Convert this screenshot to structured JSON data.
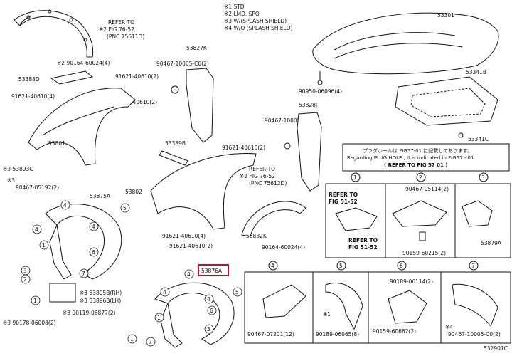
{
  "legend": [
    "※1 STD",
    "※2 LMD, SPO",
    "※3 W/(SPLASH SHIELD)",
    "※4 W/O (SPLASH SHIELD)"
  ],
  "refers": {
    "top_left": [
      "REFER TO",
      "※2 FIG 76-52",
      "(PNC 75611D)"
    ],
    "center": [
      "REFER TO",
      "※2 FIG 76-52",
      "(PNC 75612D)"
    ],
    "box1_a": [
      "REFER TO",
      "FIG 51-52"
    ],
    "box1_b": [
      "REFER TO",
      "FIG 51-52"
    ]
  },
  "notice": [
    "プラグホールは FIG57-01 に記載してあります。",
    "Regarding PLUG HOLE , it is indicated in FIG57 - 01",
    "( REFER TO FIG 57 01 )"
  ],
  "parts": {
    "p53301": "53301",
    "p53341B": "53341B",
    "p53341C": "53341C",
    "p90950": "90950-06096(4)",
    "p53827K": "53827K",
    "p53828J_a": "90467-10005-C0(2)",
    "p53828J_b": "90467-10005-C0(2)",
    "p53828J": "53828J",
    "p53388D": "53388D",
    "p90164a": "※2 90164-60024(4)",
    "p91621a": "91621-40610(2)",
    "p91621b": "91621-40610(4)",
    "p91621c": "91621-40610(2)",
    "p53801": "53801",
    "p53389B": "53389B",
    "p91621d": "91621-40610(2)",
    "p53802": "53802",
    "p91621e": "91621-40610(4)",
    "p91621f": "91621-40610(2)",
    "p53882K": "53882K",
    "p90164b": "90164-60024(4)",
    "p53893C": "※3 53893C",
    "p90467a_star": "※3",
    "p90467a": "90467-05192(2)",
    "p53875A": "53875A",
    "p53895B": "※3 53895B(RH)",
    "p53896B": "※3 53896B(LH)",
    "p90119": "※3 90119-06877(2)",
    "p90178": "※3 90178-06008(2)",
    "p53876A": "53876A",
    "box2_a": "90467-05114(2)",
    "box2_b": "90159-60215(2)",
    "p53879A": "53879A",
    "box4_a": "90467-07201(12)",
    "box5_star": "※1",
    "box5_a": "90189-06065(8)",
    "box6_a": "90189-06114(2)",
    "box6_b": "90159-60682(2)",
    "box7_star": "※4",
    "box7_a": "90467-10005-C0(2)",
    "footer_code": "532907C"
  },
  "nums": [
    "1",
    "2",
    "3",
    "4",
    "5",
    "6",
    "7"
  ],
  "colors": {
    "line": "#111111",
    "highlight": "#c8102e",
    "panel_stroke": "#555555"
  }
}
